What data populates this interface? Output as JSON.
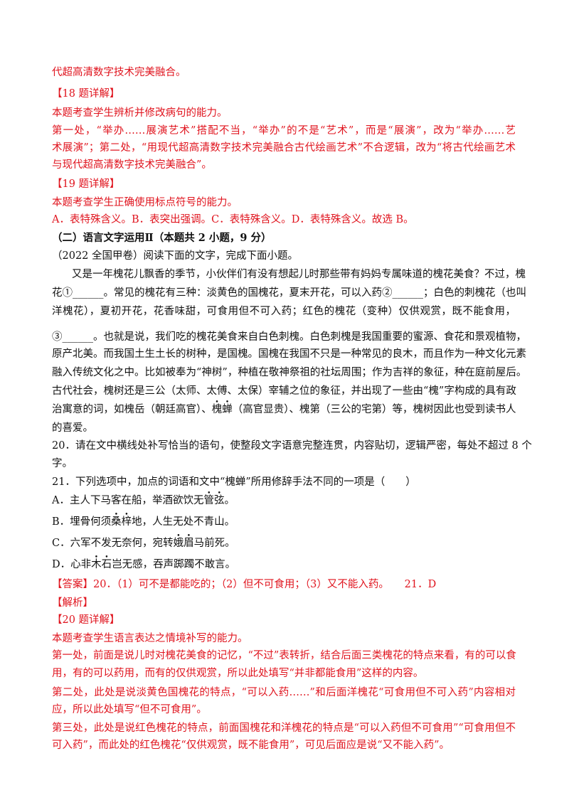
{
  "lines": {
    "l01": "代超高清数字技术完美融合。",
    "l02": "【18 题详解】",
    "l03": "本题考查学生辨析并修改病句的能力。",
    "l04": "第一处，“举办……展演艺术”搭配不当，“举办”的不是“艺术”，而是“展演”，改为“举办……艺",
    "l05": "术展演”；第二处，“用现代超高清数字技术完美融合古代绘画艺术”不合逻辑，改为“将古代绘画艺术",
    "l06": "与现代超高清数字技术完美融合”。",
    "l07": "【19 题详解】",
    "l08": "本题考查学生正确使用标点符号的能力。",
    "l09": "A．表特殊含义。B．表突出强调。C．表特殊含义。D．表特殊含义。故选 B。",
    "l10": "（二）语言文字运用Ⅱ（本题共 2 小题，9 分）",
    "l11": "（2022 全国甲卷）阅读下面的文字，完成下面小题。",
    "p1": "又是一年槐花儿飘香的季节，小伙伴们有没有想起儿时那些带有妈妈专属味道的槐花美食？不过，槐",
    "p2": "花①______。常见的槐花有三种：淡黄色的国槐花，夏末开花，可以入药②______；白色的刺槐花（也叫",
    "p3": "洋槐花），夏初开花，花香味甜，可食用但不可入药；红色的槐花（变种）仅供观赏，既不能食用，",
    "p4": "③______。也就是说，我们吃的槐花美食来自白色刺槐。白色刺槐是我国重要的蜜源、食花和景观植物，",
    "p5": "原产北美。而我国土生土长的树种，是国槐。国槐在我国不只是一种常见的良木，而且作为一种文化元素",
    "p6": "融入传统文化之中。比如被奉为“神树”，种植在敬神祭祖的社坛周围；作为吉祥的象征，种在庭前屋后。",
    "p7": "古代社会，槐树还是三公（太师、太傅、太保）宰辅之位的象征，并出现了一些由“槐”字构成的具有政",
    "p8a": "治寓意的词，如槐岳（朝廷高官）、",
    "p8b": "槐",
    "p8c": "蝉",
    "p8d": "（高官显贵）、槐第（三公的宅第）等，槐树因此也受到读书人",
    "p9": "的喜爱。",
    "q20a": "20．请在文中横线处补写恰当的语句，使整段文字语意完整连贯，内容贴切，逻辑严密，每处不超过 8 个",
    "q20b": "字。",
    "q21": "21．下列选项中，加点的词语和文中“槐蝉”所用修辞手法不同的一项是（　　）",
    "oA1": "A．主人下马客在船，举酒欲饮无",
    "oA2": "管",
    "oA3": "弦",
    "oA4": "。",
    "oB1": "B．埋骨何须",
    "oB2": "桑",
    "oB3": "梓",
    "oB4": "地，人生无处不青山。",
    "oC1": "C．六军不发无奈何，宛转",
    "oC2": "娥",
    "oC3": "眉",
    "oC4": "马前死。",
    "oD1": "D．心非",
    "oD2": "木",
    "oD3": "石",
    "oD4": "岂无感，吞声踯躅不敢言。",
    "ans": "【答案】20．（1）可不是都能吃的；（2）但不可食用；（3）又不能入药。　　21．D",
    "jx": "【解析】",
    "d20": "【20 题详解】",
    "e1": "本题考查学生语言表达之情境补写的能力。",
    "e2": "第一处，前面是说儿时对槐花美食的记忆，“不过”表转折，结合后面三类槐花的特点来看，有的可以食",
    "e3": "用，有的可以药用，而有的仅供观赏，所以此处填写“并非都能食用”这样的内容。",
    "e4": "第二处，此处是说淡黄色国槐花的特点，“可以入药……”和后面洋槐花“可食用但不可入药”内容相对",
    "e5": "应，所以此处填写“但不可食用”。",
    "e6": "第三处，此处是说红色槐花的特点，前面国槐花和洋槐花的特点是“可以入药但不可食用”“可食用但不",
    "e7": "可入药”，而此处的红色槐花“仅供观赏，既不能食用”，可见后面应是说“又不能入药”。"
  }
}
